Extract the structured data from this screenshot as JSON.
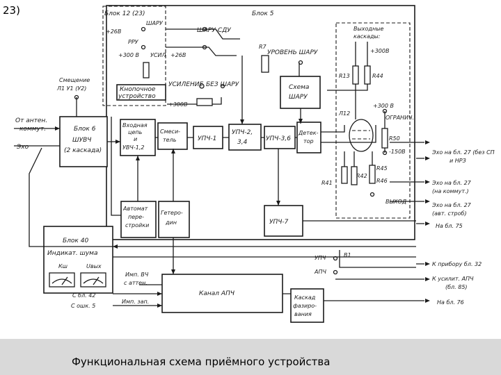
{
  "slide_number": "23)",
  "caption": "Функциональная схема приёмного устройства",
  "blocks": {
    "blok12": "Блок 12 (23)",
    "blok5": "Блок 5",
    "knopochnoe": [
      "Кнопочное",
      "устройство"
    ],
    "blok6": [
      "Блок 6",
      "ШУВЧ",
      "(2 каскада)"
    ],
    "vkhodnaya": [
      "Входная",
      "цепь",
      "и",
      "УВЧ-1,2"
    ],
    "smesitel": [
      "Смеси-",
      "тель"
    ],
    "upch1": "УПЧ-1",
    "upch2": [
      "УПЧ-2,",
      "3,4"
    ],
    "upch36": "УПЧ-3,6",
    "detektor": [
      "Детек-",
      "тор"
    ],
    "avtomat": [
      "Автомат",
      "пере-",
      "стройки"
    ],
    "geterodin": [
      "Гетеро-",
      "дин"
    ],
    "upch7": "УПЧ-7",
    "sharu": [
      "Схема",
      "ШАРУ"
    ],
    "vykhodnye": [
      "Выходные",
      "каскады:"
    ],
    "blok40": "Блок 40",
    "indikat": "Индикат. шума",
    "ksh": "Кш",
    "uvyk": "Uвых",
    "kanal_apch": "Канал АПЧ",
    "kaskad": [
      "Каскад",
      "фазиро-",
      "вания"
    ]
  },
  "labels": {
    "sharu_top": "ШАРУ",
    "plus26_a": "+26В",
    "rru": "РРУ",
    "plus300_a": "+300 В",
    "usil": "УСИЛ",
    "sharu_sdu": "ШАРУ-СДУ",
    "plus26_b": "+26В",
    "uroven": "УРОВЕНЬ ШАРУ",
    "r7": "R7",
    "usilenie": "УСИЛЕНИЕ",
    "bez_sharu": "БЕЗ ШАРУ",
    "plus300_b": "+300В",
    "smeshenie": [
      "Смещение",
      "Л1 У1 (У2)"
    ],
    "ot_antenn": [
      "От антен.",
      "коммут."
    ],
    "ekho_in": "Эхо",
    "r13": "R13",
    "r44": "R44",
    "plus300_c": "+300В",
    "l12": "Л12",
    "plus300_d": "+300 В",
    "ogranich": "ОГРАНИЧ.",
    "r50": "R50",
    "minus150": "-150В",
    "r41": "R41",
    "r42": "R42",
    "r45": "R45",
    "r46": "R46",
    "vykhod": "ВЫХОД",
    "upch_sw": "УПЧ",
    "apch_sw": "АПЧ",
    "v1": "В1",
    "imp_vch": [
      "Имп. ВЧ",
      "с аттен."
    ],
    "imp_zap": "Имп. зап.",
    "s_bl42": "С бл. 42",
    "s_osh5": "С ошк. 5"
  },
  "outputs": [
    [
      "Эхо на бл. 27 (без СП",
      "и НРЗ"
    ],
    [
      "Эхо на бл. 27",
      "(на коммут.)"
    ],
    [
      "Эхо на бл. 27",
      "(авт. строб)"
    ],
    [
      "На бл. 75"
    ],
    [
      "К прибору бл. 32"
    ],
    [
      "К усилит. АПЧ",
      "(бл. 85)"
    ],
    [
      "На бл. 76"
    ]
  ]
}
